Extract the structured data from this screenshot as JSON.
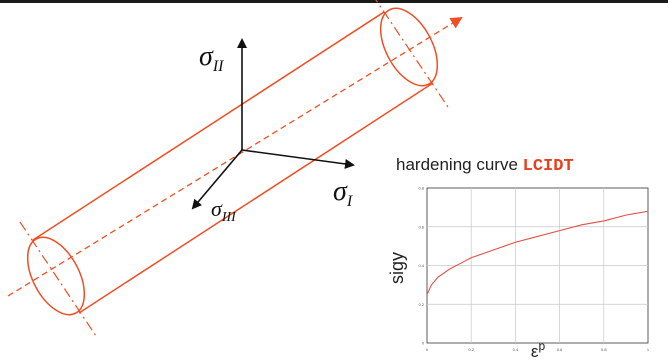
{
  "diagram": {
    "axis_labels": {
      "s1": {
        "symbol": "σ",
        "sub": "I"
      },
      "s2": {
        "symbol": "σ",
        "sub": "II"
      },
      "s3": {
        "symbol": "σ",
        "sub": "III"
      }
    },
    "colors": {
      "cylinder": "#f04e23",
      "axes": "#111111"
    }
  },
  "inset": {
    "title_text": "hardening curve ",
    "title_code": "LCIDT"
  },
  "chart_data": {
    "type": "line",
    "title": "hardening curve LCIDT",
    "xlabel": "εp",
    "xlabel_base": "ε",
    "xlabel_sup": "p",
    "ylabel": "sigy",
    "xlim": [
      0,
      1
    ],
    "ylim": [
      0,
      0.8
    ],
    "grid": true,
    "x_ticks": [
      "0",
      "0.2",
      "0.4",
      "0.6",
      "0.8",
      "1"
    ],
    "y_ticks": [
      "0",
      "0.2",
      "0.4",
      "0.6",
      "0.8"
    ],
    "line_color": "#e0504a",
    "series": [
      {
        "x": [
          0,
          0.02,
          0.05,
          0.1,
          0.15,
          0.2,
          0.3,
          0.4,
          0.5,
          0.6,
          0.7,
          0.8,
          0.9,
          1.0
        ],
        "y": [
          0.25,
          0.3,
          0.34,
          0.38,
          0.41,
          0.44,
          0.48,
          0.52,
          0.55,
          0.58,
          0.61,
          0.63,
          0.66,
          0.68
        ]
      }
    ]
  }
}
